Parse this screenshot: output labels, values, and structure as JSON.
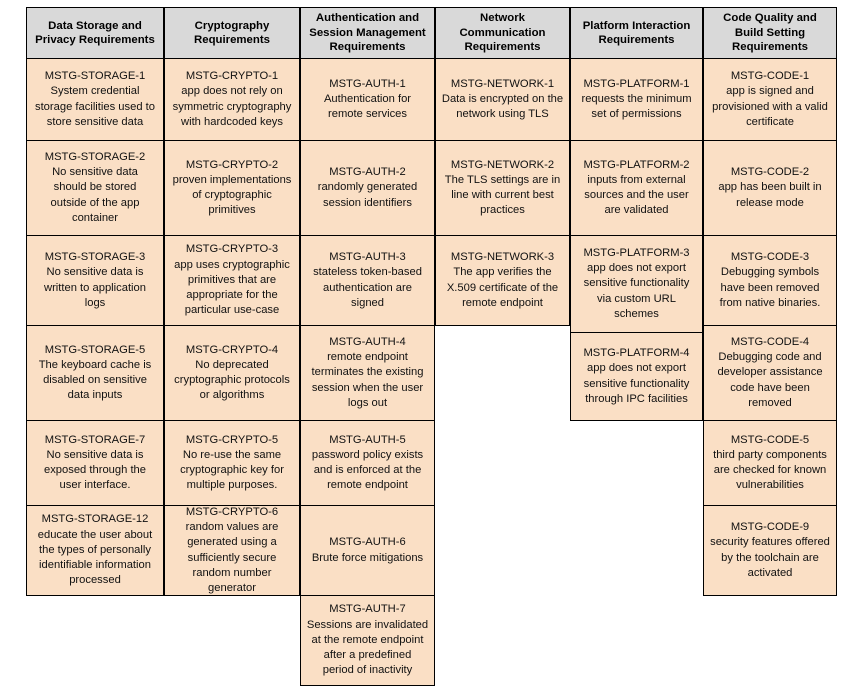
{
  "table": {
    "type": "table",
    "background_color": "#ffffff",
    "header_background": "#d9d9d9",
    "cell_background": "#fadfc5",
    "border_color": "#000000",
    "columns": [
      {
        "key": "storage",
        "header": "Data Storage and\nPrivacy Requirements",
        "cells": [
          "MSTG-STORAGE-1\nSystem credential\nstorage facilities used to\nstore sensitive data",
          "MSTG-STORAGE-2\nNo sensitive data\nshould be stored\noutside of the app\ncontainer",
          "MSTG-STORAGE-3\nNo sensitive data is\nwritten to application\nlogs",
          "MSTG-STORAGE-5\nThe keyboard cache is\ndisabled on sensitive\ndata inputs",
          "MSTG-STORAGE-7\nNo sensitive data is\nexposed through the\nuser interface.",
          "MSTG-STORAGE-12\neducate the user about\nthe types of personally\nidentifiable information\nprocessed"
        ]
      },
      {
        "key": "crypto",
        "header": "Cryptography\nRequirements",
        "cells": [
          "MSTG-CRYPTO-1\napp does not rely on\nsymmetric cryptography\nwith hardcoded keys",
          "MSTG-CRYPTO-2\nproven implementations\nof cryptographic\nprimitives",
          "MSTG-CRYPTO-3\napp uses cryptographic\nprimitives that are\nappropriate for the\nparticular use-case",
          "MSTG-CRYPTO-4\nNo deprecated\ncryptographic protocols\nor algorithms",
          "MSTG-CRYPTO-5\nNo re-use the same\ncryptographic key for\nmultiple purposes.",
          "MSTG-CRYPTO-6\nrandom values are\ngenerated using a\nsufficiently secure\nrandom number\ngenerator"
        ]
      },
      {
        "key": "auth",
        "header": "Authentication and\nSession Management\nRequirements",
        "cells": [
          "MSTG-AUTH-1\nAuthentication for\nremote services",
          "MSTG-AUTH-2\nrandomly generated\nsession identifiers",
          "MSTG-AUTH-3\nstateless token-based\nauthentication are\nsigned",
          "MSTG-AUTH-4\nremote endpoint\nterminates the existing\nsession when the user\nlogs out",
          "MSTG-AUTH-5\npassword policy exists\nand is enforced at the\nremote endpoint",
          "MSTG-AUTH-6\nBrute force mitigations",
          "MSTG-AUTH-7\nSessions are invalidated\nat the remote endpoint\nafter a predefined\nperiod of inactivity"
        ]
      },
      {
        "key": "network",
        "header": "Network\nCommunication\nRequirements",
        "cells": [
          "MSTG-NETWORK-1\nData is encrypted on the\nnetwork using TLS",
          "MSTG-NETWORK-2\nThe TLS settings are in\nline with current best\npractices",
          "MSTG-NETWORK-3\nThe app verifies the\nX.509 certificate of the\nremote endpoint"
        ]
      },
      {
        "key": "platform",
        "header": "Platform Interaction\nRequirements",
        "cells": [
          "MSTG-PLATFORM-1\nrequests the minimum\nset of permissions",
          "MSTG-PLATFORM-2\ninputs from external\nsources and the user\nare validated",
          "MSTG-PLATFORM-3\napp does not export\nsensitive functionality\nvia custom URL\nschemes",
          "MSTG-PLATFORM-4\napp does not export\nsensitive functionality\nthrough IPC facilities"
        ]
      },
      {
        "key": "code",
        "header": "Code Quality and\nBuild Setting\nRequirements",
        "cells": [
          "MSTG-CODE-1\napp is signed and\nprovisioned with a valid\ncertificate",
          "MSTG-CODE-2\napp has been built in\nrelease mode",
          "MSTG-CODE-3\nDebugging symbols\nhave been removed\nfrom native binaries.",
          "MSTG-CODE-4\nDebugging code and\ndeveloper assistance\ncode have been\nremoved",
          "MSTG-CODE-5\nthird party components\nare checked for known\nvulnerabilities",
          "MSTG-CODE-9\nsecurity features offered\nby the toolchain are\nactivated"
        ]
      }
    ]
  },
  "layout": {
    "column_x": [
      26,
      164,
      300,
      435,
      570,
      703
    ],
    "column_w": [
      138,
      136,
      135,
      135,
      133,
      134
    ],
    "row_edges": {
      "storage": [
        0,
        51,
        133,
        228,
        318,
        413,
        498,
        588
      ],
      "crypto": [
        0,
        51,
        133,
        228,
        318,
        413,
        498,
        588
      ],
      "auth": [
        0,
        51,
        133,
        228,
        318,
        413,
        498,
        588,
        678
      ],
      "network": [
        0,
        51,
        133,
        228,
        318
      ],
      "platform": [
        0,
        51,
        133,
        228,
        325,
        413
      ],
      "code": [
        0,
        51,
        133,
        228,
        318,
        413,
        498,
        588
      ]
    }
  }
}
